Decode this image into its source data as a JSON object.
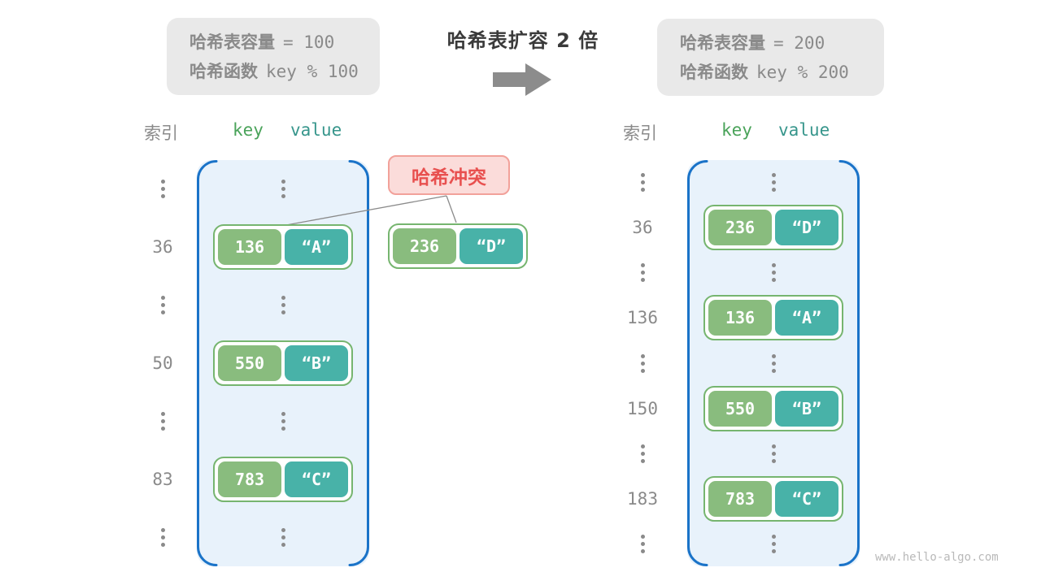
{
  "header": {
    "title": "哈希表扩容 2 倍",
    "left_box": {
      "capacity_label": "哈希表容量",
      "capacity_value": "= 100",
      "func_label": "哈希函数",
      "func_value": "key % 100"
    },
    "right_box": {
      "capacity_label": "哈希表容量",
      "capacity_value": "= 200",
      "func_label": "哈希函数",
      "func_value": "key % 200"
    },
    "arrow_icon": "right-block-arrow"
  },
  "columns": {
    "index": "索引",
    "key": "key",
    "value": "value"
  },
  "left_table": {
    "rows": [
      {
        "type": "dots"
      },
      {
        "type": "pair",
        "index": "36",
        "key": "136",
        "value": "“A”"
      },
      {
        "type": "dots"
      },
      {
        "type": "pair",
        "index": "50",
        "key": "550",
        "value": "“B”"
      },
      {
        "type": "dots"
      },
      {
        "type": "pair",
        "index": "83",
        "key": "783",
        "value": "“C”"
      },
      {
        "type": "dots"
      }
    ]
  },
  "right_table": {
    "rows": [
      {
        "type": "dots"
      },
      {
        "type": "pair",
        "index": "36",
        "key": "236",
        "value": "“D”"
      },
      {
        "type": "dots"
      },
      {
        "type": "pair",
        "index": "136",
        "key": "136",
        "value": "“A”"
      },
      {
        "type": "dots"
      },
      {
        "type": "pair",
        "index": "150",
        "key": "550",
        "value": "“B”"
      },
      {
        "type": "dots"
      },
      {
        "type": "pair",
        "index": "183",
        "key": "783",
        "value": "“C”"
      },
      {
        "type": "dots"
      }
    ]
  },
  "collision": {
    "label": "哈希冲突",
    "pair": {
      "key": "236",
      "value": "“D”"
    }
  },
  "watermark": "www.hello-algo.com",
  "colors": {
    "bucket_border": "#1a73c8",
    "bucket_bg": "#e8f2fb",
    "key_bg": "#89bc7e",
    "value_bg": "#48b2a8",
    "pair_border": "#76b56f",
    "collision_bg": "#fbdcda",
    "collision_border": "#f2a19a",
    "collision_text": "#e8504f",
    "muted_gray": "#8a8a8a",
    "arrow_gray": "#8c8c8c"
  }
}
